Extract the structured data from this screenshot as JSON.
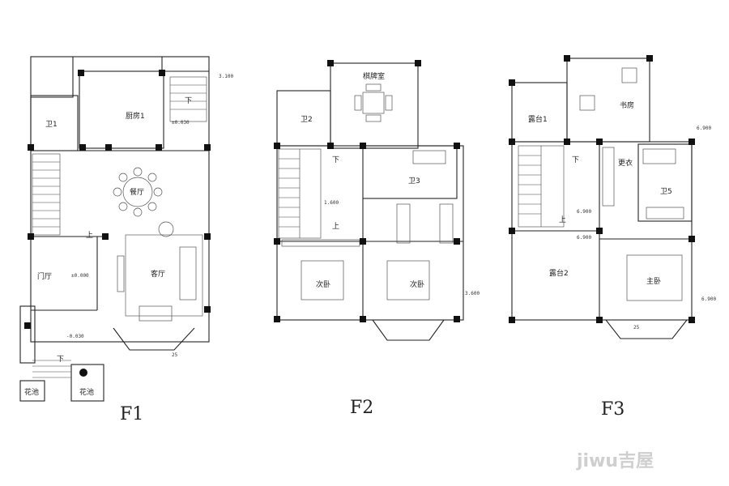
{
  "floors": [
    {
      "name": "F1",
      "rooms": [
        "卫1",
        "厨房1",
        "餐厅",
        "门厅",
        "客厅",
        "花池",
        "花池"
      ],
      "dims": [
        "3.100",
        "±0.030",
        "±0.000",
        "-0.030"
      ],
      "marks": [
        "上",
        "下",
        "下",
        "25"
      ]
    },
    {
      "name": "F2",
      "rooms": [
        "棋牌室",
        "卫2",
        "卫3",
        "次卧",
        "次卧"
      ],
      "dims": [
        "1.600",
        "3.600"
      ],
      "marks": [
        "下",
        "上"
      ]
    },
    {
      "name": "F3",
      "rooms": [
        "露台1",
        "书房",
        "更衣",
        "卫5",
        "露台2",
        "主卧"
      ],
      "dims": [
        "6.900",
        "6.900",
        "6.900",
        "6.900"
      ],
      "marks": [
        "下",
        "上",
        "25"
      ]
    }
  ],
  "watermark": "jiwu吉屋",
  "colors": {
    "ink": "#222222",
    "bg": "#ffffff",
    "watermark": "#cfcfcf"
  }
}
